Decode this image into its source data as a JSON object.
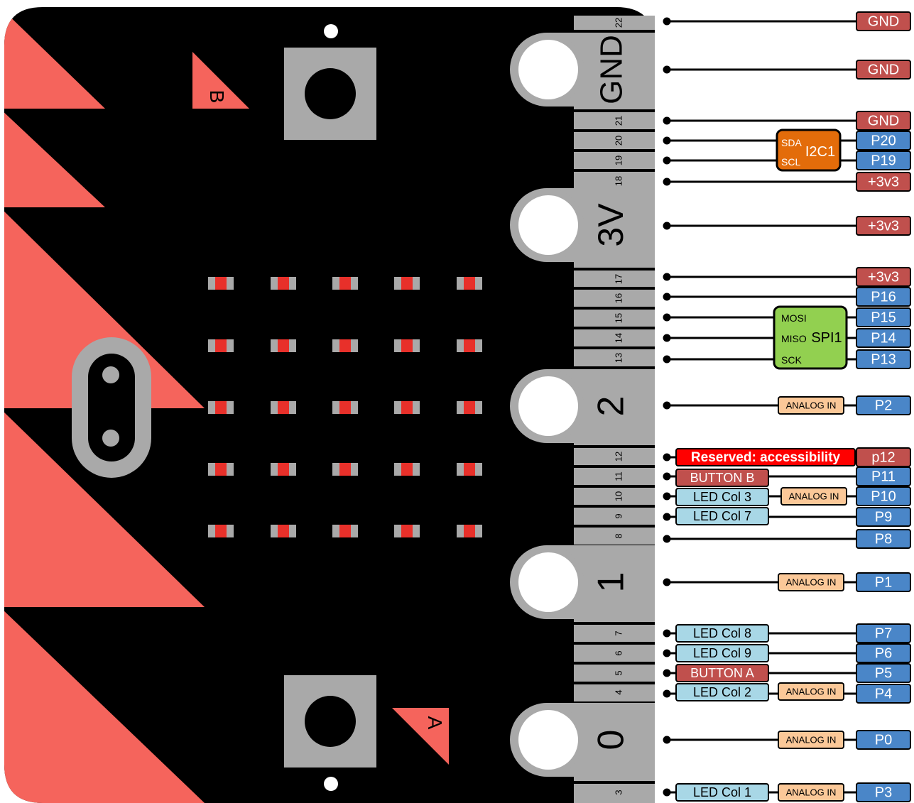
{
  "colors": {
    "board": "#000000",
    "accent": "#f5645c",
    "connector_grey": "#a9a9a9",
    "led_red": "#e8302a",
    "tag_dark_red": "#c0504d",
    "tag_blue": "#4a86c8",
    "tag_light_blue": "#a8d7e6",
    "tag_peach": "#fbc898",
    "tag_orange": "#e36c0a",
    "tag_green": "#92d050",
    "tag_bright_red": "#ff0000"
  },
  "board": {
    "button_b_label": "B",
    "button_a_label": "A",
    "led_matrix": {
      "rows": 5,
      "cols": 5
    }
  },
  "big_pads": [
    {
      "id": "gnd",
      "label": "GND"
    },
    {
      "id": "3v",
      "label": "3V"
    },
    {
      "id": "2",
      "label": "2"
    },
    {
      "id": "1",
      "label": "1"
    },
    {
      "id": "0",
      "label": "0"
    }
  ],
  "small_pins": [
    "22",
    "21",
    "20",
    "19",
    "18",
    "17",
    "16",
    "15",
    "14",
    "13",
    "12",
    "11",
    "10",
    "9",
    "8",
    "7",
    "6",
    "5",
    "4",
    "3"
  ],
  "pin_tags": [
    {
      "id": "gnd-1",
      "label": "GND",
      "kind": "power"
    },
    {
      "id": "gnd-2",
      "label": "GND",
      "kind": "power"
    },
    {
      "id": "gnd-3",
      "label": "GND",
      "kind": "power"
    },
    {
      "id": "p20",
      "label": "P20",
      "kind": "io"
    },
    {
      "id": "p19",
      "label": "P19",
      "kind": "io"
    },
    {
      "id": "3v3-1",
      "label": "+3v3",
      "kind": "power"
    },
    {
      "id": "3v3-2",
      "label": "+3v3",
      "kind": "power"
    },
    {
      "id": "3v3-3",
      "label": "+3v3",
      "kind": "power"
    },
    {
      "id": "p16",
      "label": "P16",
      "kind": "io"
    },
    {
      "id": "p15",
      "label": "P15",
      "kind": "io"
    },
    {
      "id": "p14",
      "label": "P14",
      "kind": "io"
    },
    {
      "id": "p13",
      "label": "P13",
      "kind": "io"
    },
    {
      "id": "p2",
      "label": "P2",
      "kind": "io"
    },
    {
      "id": "p12",
      "label": "p12",
      "kind": "power"
    },
    {
      "id": "p11",
      "label": "P11",
      "kind": "io"
    },
    {
      "id": "p10",
      "label": "P10",
      "kind": "io"
    },
    {
      "id": "p9",
      "label": "P9",
      "kind": "io"
    },
    {
      "id": "p8",
      "label": "P8",
      "kind": "io"
    },
    {
      "id": "p1",
      "label": "P1",
      "kind": "io"
    },
    {
      "id": "p7",
      "label": "P7",
      "kind": "io"
    },
    {
      "id": "p6",
      "label": "P6",
      "kind": "io"
    },
    {
      "id": "p5",
      "label": "P5",
      "kind": "io"
    },
    {
      "id": "p4",
      "label": "P4",
      "kind": "io"
    },
    {
      "id": "p0",
      "label": "P0",
      "kind": "io"
    },
    {
      "id": "p3",
      "label": "P3",
      "kind": "io"
    }
  ],
  "i2c": {
    "name": "I2C1",
    "sda": "SDA",
    "scl": "SCL"
  },
  "spi": {
    "name": "SPI1",
    "mosi": "MOSI",
    "miso": "MISO",
    "sck": "SCK"
  },
  "function_tags": {
    "analog_in": "ANALOG IN",
    "reserved": "Reserved: accessibility",
    "button_b": "BUTTON B",
    "button_a": "BUTTON A",
    "led_col_3": "LED Col 3",
    "led_col_7": "LED Col 7",
    "led_col_8": "LED Col 8",
    "led_col_9": "LED Col 9",
    "led_col_2": "LED Col 2",
    "led_col_1": "LED Col 1"
  }
}
